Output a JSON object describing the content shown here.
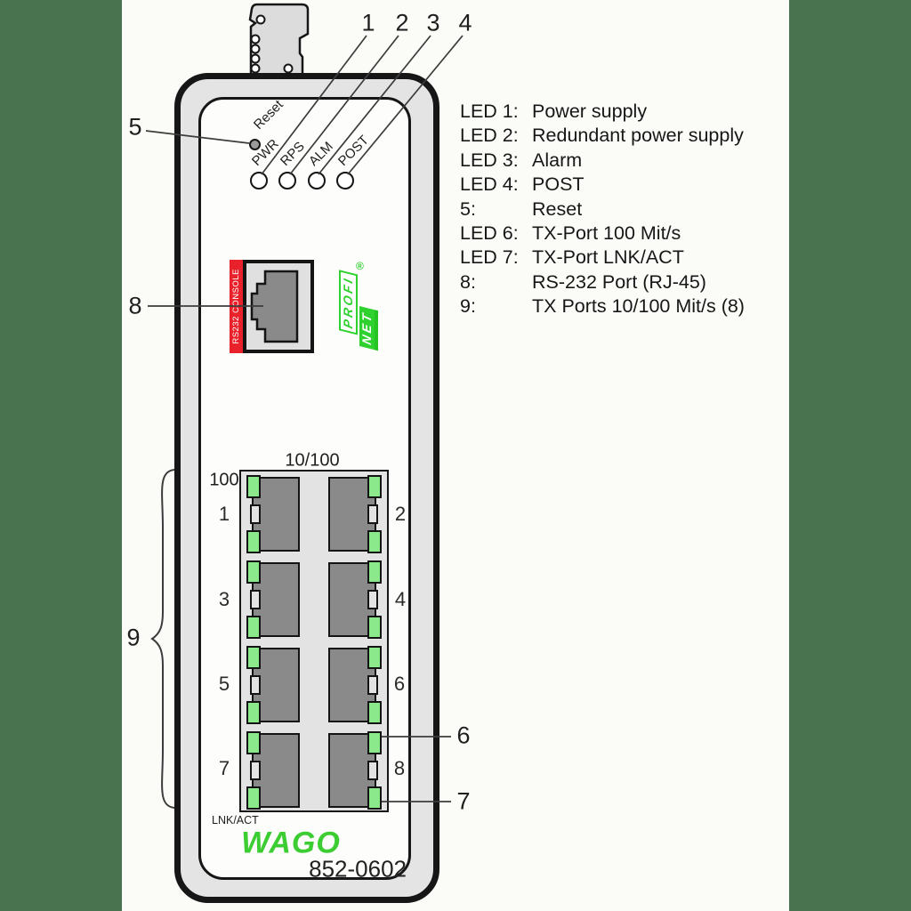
{
  "colors": {
    "letterbox_green": "#49724F",
    "wago_green": "#3CCD33",
    "profinet_green": "#2FD12F",
    "console_red": "#E8212B",
    "port_led_green": "#8BE88B",
    "device_gray": "#E4E4E4",
    "connector_dark_gray": "#8A8A8A"
  },
  "callouts": {
    "top": [
      "1",
      "2",
      "3",
      "4"
    ],
    "reset": "5",
    "led100": "6",
    "lnkact": "7",
    "console": "8",
    "ports": "9"
  },
  "legend": {
    "items": [
      {
        "key": "LED 1:",
        "desc": "Power supply"
      },
      {
        "key": "LED 2:",
        "desc": "Redundant power supply"
      },
      {
        "key": "LED 3:",
        "desc": "Alarm"
      },
      {
        "key": "LED 4:",
        "desc": "POST"
      },
      {
        "key": "5:",
        "desc": "Reset"
      },
      {
        "key": "LED 6:",
        "desc": "TX-Port 100 Mit/s"
      },
      {
        "key": "LED 7:",
        "desc": "TX-Port LNK/ACT"
      },
      {
        "key": "8:",
        "desc": "RS-232 Port (RJ-45)"
      },
      {
        "key": "9:",
        "desc": "TX Ports 10/100 Mit/s (8)"
      }
    ]
  },
  "device": {
    "reset_label": "Reset",
    "led_labels": [
      "PWR",
      "RPS",
      "ALM",
      "POST"
    ],
    "console_label": "RS232 CONSOLE",
    "profinet": {
      "line1": "PROFI",
      "line2": "NET",
      "reg": "®"
    },
    "ports": {
      "header": "10/100",
      "speed": "100",
      "link": "LNK/ACT",
      "numbers": [
        "1",
        "2",
        "3",
        "4",
        "5",
        "6",
        "7",
        "8"
      ]
    },
    "brand": "WAGO",
    "model": "852-0602"
  }
}
